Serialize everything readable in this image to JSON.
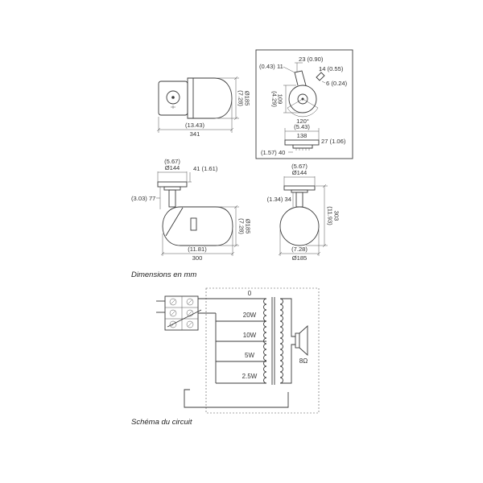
{
  "colors": {
    "line": "#3a3a3a",
    "background": "#ffffff"
  },
  "captions": {
    "dimensions": "Dimensions en mm",
    "circuit": "Schéma du circuit"
  },
  "top_side_view": {
    "height_in": "(7.28)",
    "height_mm": "Ø185",
    "length_in": "(13.43)",
    "length_mm": "341"
  },
  "bracket_detail": {
    "top": "23 (0.90)",
    "left": "(0.43) 11",
    "right_upper": "14 (0.55)",
    "right_lower": "6 (0.24)",
    "height_in": "(4.29)",
    "height_mm": "109",
    "angle": "120°",
    "width_in": "(5.43)",
    "width_mm": "138",
    "depth": "27 (1.06)",
    "base": "(1.57) 40"
  },
  "mounted_side_view": {
    "mount_in": "(5.67)",
    "mount_mm": "Ø144",
    "mount_height": "41 (1.61)",
    "drop": "(3.03) 77",
    "height_in": "(7.28)",
    "height_mm": "Ø185",
    "length_in": "(11.81)",
    "length_mm": "300"
  },
  "front_view": {
    "mount_in": "(5.67)",
    "mount_mm": "Ø144",
    "stem": "(1.34) 34",
    "total_in": "(11.93)",
    "total_mm": "303",
    "diameter_in": "(7.28)",
    "diameter_mm": "Ø185"
  },
  "circuit": {
    "taps": [
      "0",
      "20W",
      "10W",
      "5W",
      "2.5W"
    ],
    "impedance": "8Ω"
  }
}
